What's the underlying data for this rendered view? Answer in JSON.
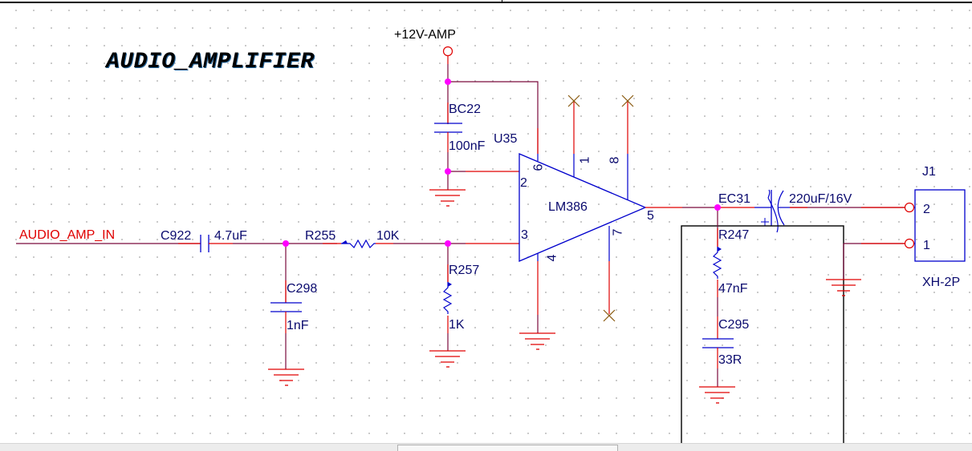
{
  "sheet": {
    "title": "AUDIO_AMPLIFIER"
  },
  "power": {
    "supply_label": "+12V-AMP"
  },
  "nets": {
    "input_label": "AUDIO_AMP_IN"
  },
  "components": {
    "u35": {
      "ref": "U35",
      "value": "LM386",
      "pins": {
        "p1": "1",
        "p2": "2",
        "p3": "3",
        "p4": "4",
        "p5": "5",
        "p6": "6",
        "p7": "7",
        "p8": "8"
      }
    },
    "bc22": {
      "ref": "BC22",
      "value": "100nF"
    },
    "c922": {
      "ref": "C922",
      "value": "4.7uF"
    },
    "c298": {
      "ref": "C298",
      "value": "1nF"
    },
    "r255": {
      "ref": "R255",
      "value": "10K"
    },
    "r257": {
      "ref": "R257",
      "value": "1K"
    },
    "ec31": {
      "ref": "EC31",
      "value": "220uF/16V",
      "polarity": "+"
    },
    "r247": {
      "ref": "R247",
      "value": "47nF"
    },
    "c295": {
      "ref": "C295",
      "value": "33R"
    },
    "j1": {
      "ref": "J1",
      "value": "XH-2P",
      "pins": {
        "p1": "1",
        "p2": "2"
      }
    }
  },
  "colors": {
    "wire": "#7a0a3c",
    "pin": "#e00000",
    "body": "#0000cc",
    "junction": "#ff00ff",
    "noconnect": "#8a5a10",
    "text": "#0a0a6e"
  }
}
